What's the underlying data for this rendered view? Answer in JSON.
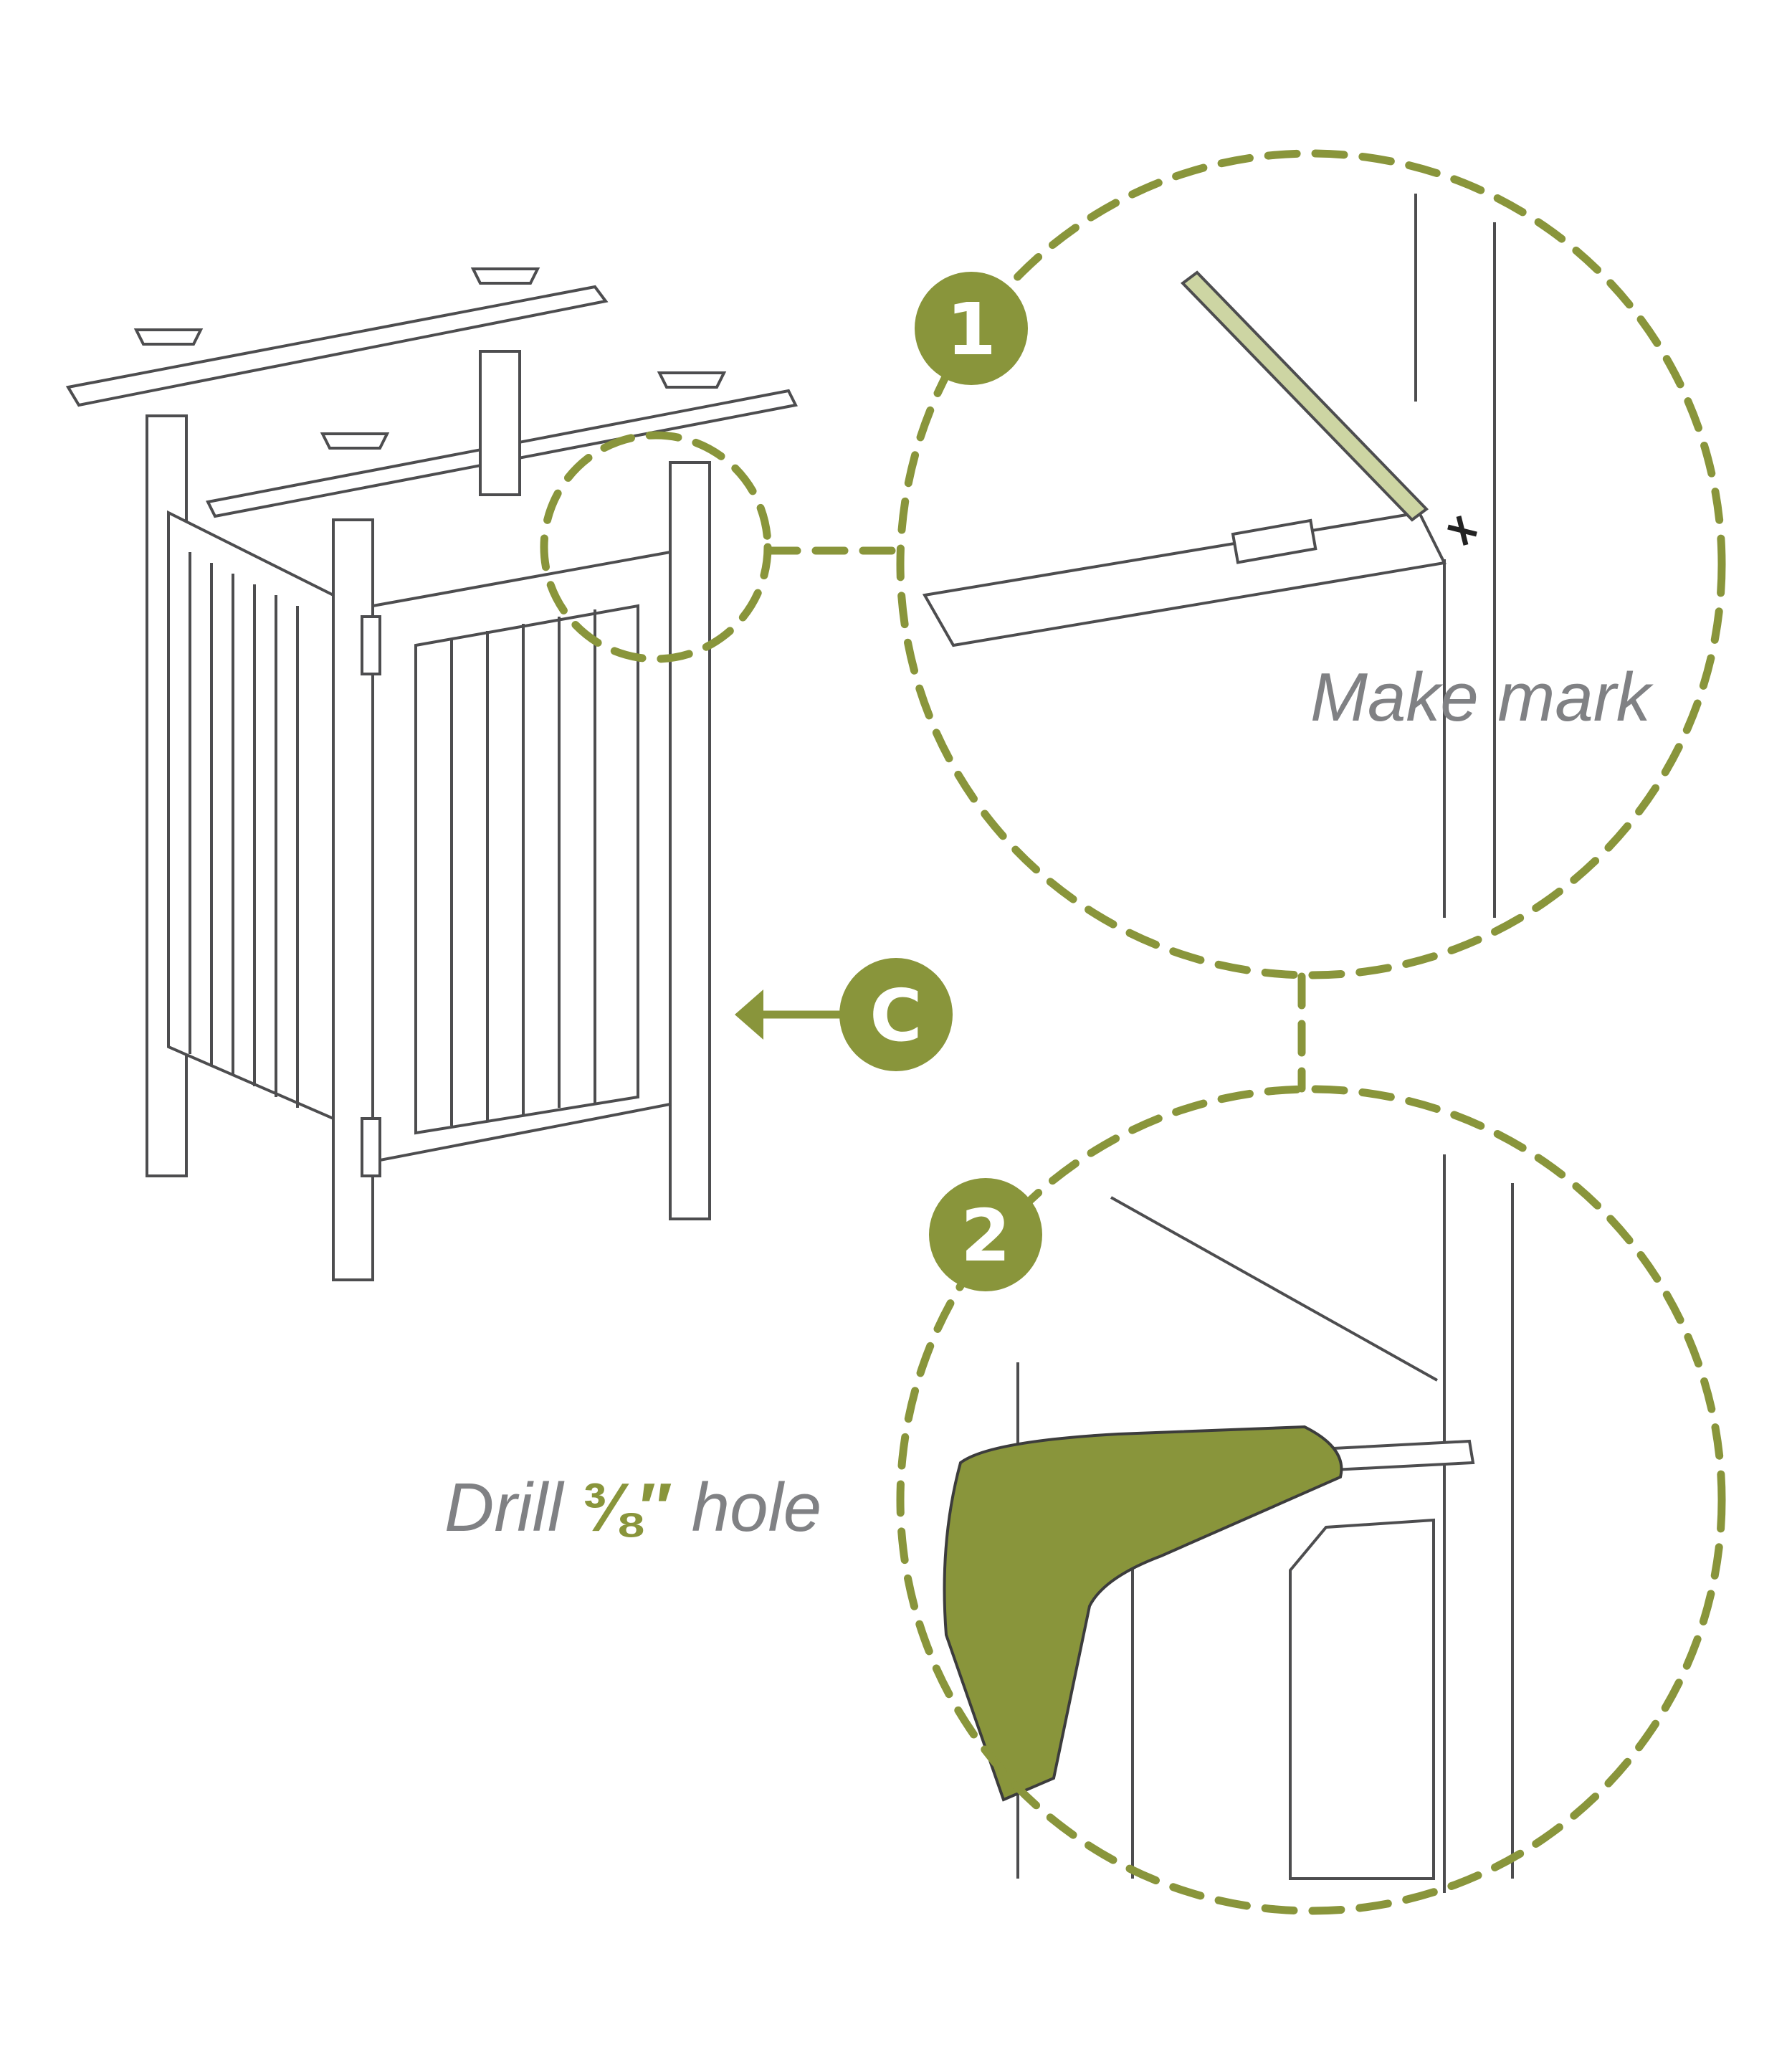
{
  "colors": {
    "accent": "#89953b",
    "line": "#4d4d4f",
    "label": "#808184",
    "pen": "#cdd5a3"
  },
  "steps": [
    {
      "number": "1",
      "label": "Make mark"
    },
    {
      "number": "2",
      "label_prefix": "Drill ",
      "fraction": "⅜″",
      "label_suffix": " hole"
    }
  ],
  "callout": {
    "letter": "C"
  }
}
